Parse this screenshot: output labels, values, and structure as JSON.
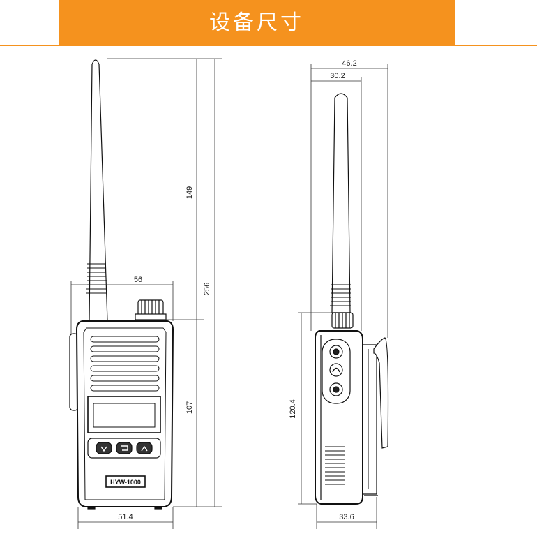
{
  "header": {
    "title": "设备尺寸",
    "accent_color": "#f5921e"
  },
  "front_view": {
    "dim_total_height": "256",
    "dim_antenna_height": "149",
    "dim_body_height": "107",
    "dim_top_width": "56",
    "dim_bottom_width": "51.4",
    "model_label": "HYW-1000"
  },
  "side_view": {
    "dim_clip_width": "46.2",
    "dim_antenna_width": "30.2",
    "dim_body_height": "120.4",
    "dim_depth": "33.6"
  }
}
